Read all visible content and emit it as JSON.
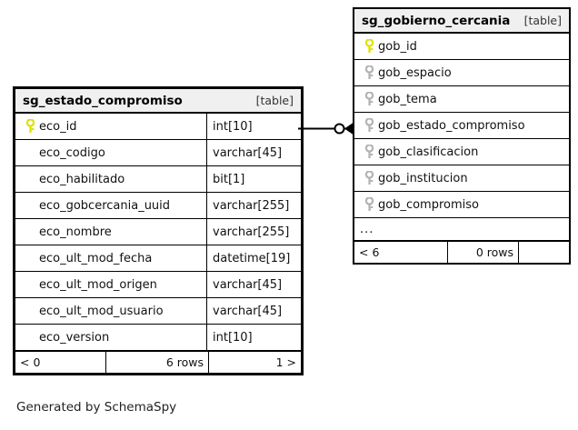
{
  "diagram": {
    "caption": "Generated by SchemaSpy",
    "type": "entity-relationship-diagram"
  },
  "tables": [
    {
      "id": "sg_estado_compromiso",
      "name": "sg_estado_compromiso",
      "tag": "[table]",
      "columns": [
        {
          "key": "primary",
          "name": "eco_id",
          "type": "int[10]"
        },
        {
          "key": "none",
          "name": "eco_codigo",
          "type": "varchar[45]"
        },
        {
          "key": "none",
          "name": "eco_habilitado",
          "type": "bit[1]"
        },
        {
          "key": "none",
          "name": "eco_gobcercania_uuid",
          "type": "varchar[255]"
        },
        {
          "key": "none",
          "name": "eco_nombre",
          "type": "varchar[255]"
        },
        {
          "key": "none",
          "name": "eco_ult_mod_fecha",
          "type": "datetime[19]"
        },
        {
          "key": "none",
          "name": "eco_ult_mod_origen",
          "type": "varchar[45]"
        },
        {
          "key": "none",
          "name": "eco_ult_mod_usuario",
          "type": "varchar[45]"
        },
        {
          "key": "none",
          "name": "eco_version",
          "type": "int[10]"
        }
      ],
      "more_indicator": "",
      "footer": {
        "left": "< 0",
        "center": "6 rows",
        "right": "1 >"
      }
    },
    {
      "id": "sg_gobierno_cercania",
      "name": "sg_gobierno_cercania",
      "tag": "[table]",
      "columns": [
        {
          "key": "primary",
          "name": "gob_id",
          "type": ""
        },
        {
          "key": "foreign",
          "name": "gob_espacio",
          "type": ""
        },
        {
          "key": "foreign",
          "name": "gob_tema",
          "type": ""
        },
        {
          "key": "foreign",
          "name": "gob_estado_compromiso",
          "type": ""
        },
        {
          "key": "foreign",
          "name": "gob_clasificacion",
          "type": ""
        },
        {
          "key": "foreign",
          "name": "gob_institucion",
          "type": ""
        },
        {
          "key": "foreign",
          "name": "gob_compromiso",
          "type": ""
        }
      ],
      "more_indicator": "...",
      "footer": {
        "left": "< 6",
        "center": "0 rows",
        "right": ""
      }
    }
  ],
  "relationship": {
    "from_table": "sg_estado_compromiso",
    "from_column": "eco_id",
    "to_table": "sg_gobierno_cercania",
    "to_column": "gob_estado_compromiso",
    "cardinality": "zero-or-many",
    "notation": "crows-foot"
  },
  "colors": {
    "primary_key_icon": "#e8e800",
    "foreign_key_icon": "#b3b3b3",
    "header_background": "#f0f0f0",
    "border": "#000000",
    "background": "#ffffff"
  }
}
